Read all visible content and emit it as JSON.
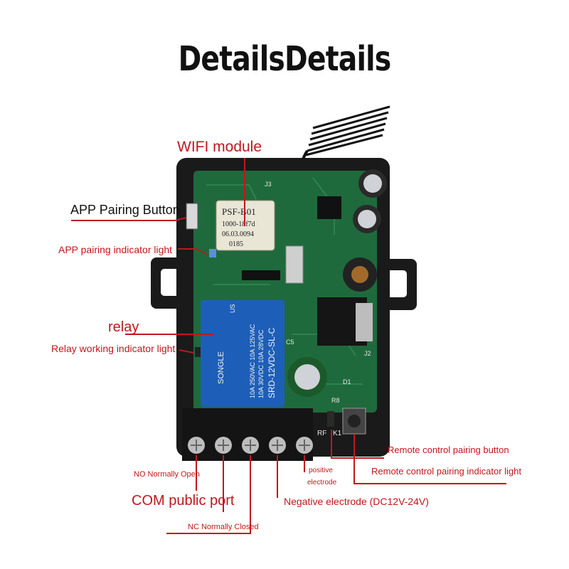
{
  "header": {
    "title": "DetailsDetails"
  },
  "colors": {
    "label_red": "#c0171d",
    "board_green": "#1f6a3c",
    "case_black": "#1a1a1a",
    "relay_blue": "#1d5fb8"
  },
  "labels": {
    "wifi_module": "WIFI module",
    "app_pairing_button": "APP Pairing Button",
    "app_pairing_indicator": "APP pairing indicator light",
    "relay": "relay",
    "relay_indicator": "Relay working indicator light",
    "remote_pairing_button": "Remote control pairing button",
    "remote_pairing_indicator": "Remote control pairing indicator light",
    "positive_line1": "positive",
    "positive_line2": "electrode",
    "no_port": "NO Normally Open",
    "com_port": "COM public port",
    "negative_electrode": "Negative electrode (DC12V-24V)",
    "nc_port": "NC Normally Closed"
  },
  "module_print": {
    "line1": "PSF-B01",
    "line2": "1000-18f7d",
    "line3": "06.03.0094",
    "line4": "0185"
  },
  "relay_print": {
    "brand": "SONGLE",
    "line1": "10A 250VAC 10A 125VAC",
    "line2": "10A 30VDC 10A 28VDC",
    "model": "SRD-12VDC-SL-C",
    "ul": "US"
  },
  "board_print": {
    "rf": "RF",
    "k1": "K1",
    "d1": "D1",
    "j2": "J2",
    "j3": "J3",
    "c5": "C5",
    "r8": "R8"
  }
}
